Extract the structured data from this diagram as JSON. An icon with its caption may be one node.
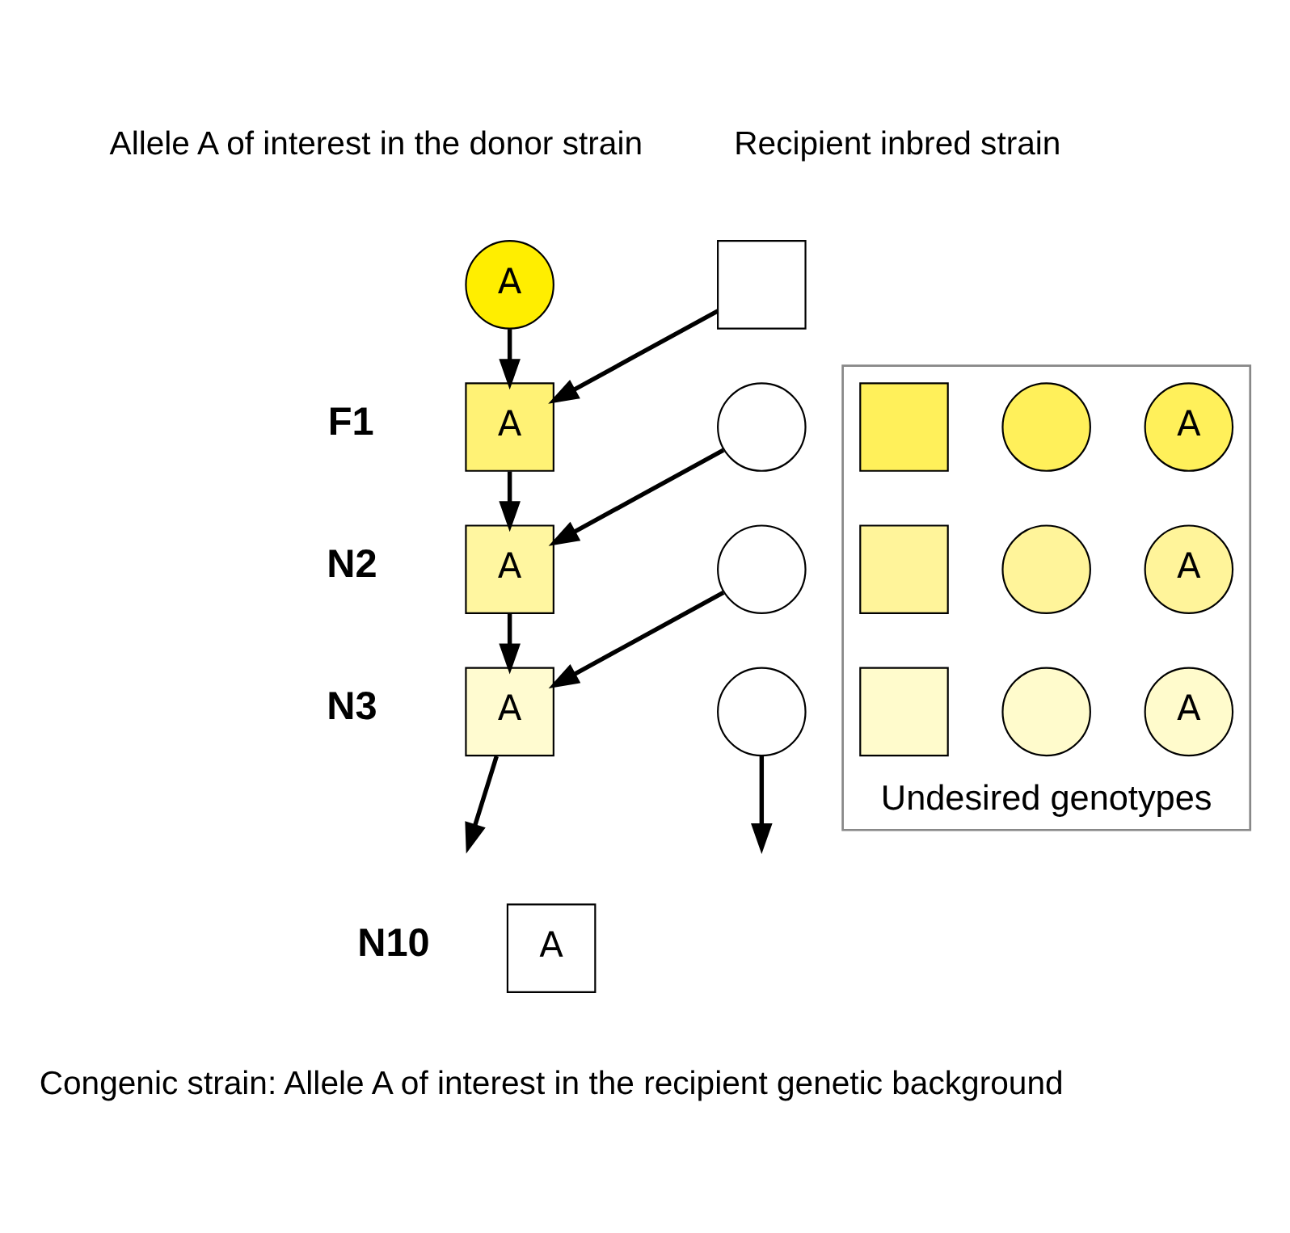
{
  "diagram": {
    "nodes": [
      {
        "text": [
          "A"
        ],
        "beside": [
          "Allele A of interest in the donor strain"
        ]
      },
      {
        "text": [],
        "shape": "box",
        "beside": [
          "Recipient inbred strain"
        ]
      },
      {
        "text": [
          "A"
        ],
        "beside": [
          "F1"
        ]
      },
      {
        "text": [],
        "shape": "circle"
      },
      {
        "text": [
          "A"
        ],
        "beside": [
          "N2"
        ]
      },
      {
        "text": [],
        "shape": "circle"
      },
      {
        "text": [
          "A"
        ],
        "beside": [
          "N3"
        ]
      },
      {
        "text": [],
        "shape": "circle"
      },
      {
        "text": [
          "A"
        ],
        "beside": [
          "N10",
          "Congenic strain: Allele A of interest in the recipient genetic background"
        ]
      },
      {
        "text": [
          "Undesired genotypes"
        ]
      },
      {
        "text": [],
        "shape": "box",
        "in": 9
      },
      {
        "text": [],
        "shape": "circle",
        "in": 9
      },
      {
        "text": [
          "A"
        ],
        "in": 9
      },
      {
        "text": [],
        "shape": "box",
        "in": 9
      },
      {
        "text": [],
        "shape": "circle",
        "in": 9
      },
      {
        "text": [
          "A"
        ],
        "in": 9
      },
      {
        "text": [],
        "shape": "box",
        "in": 9
      },
      {
        "text": [],
        "shape": "circle",
        "in": 9
      },
      {
        "text": [
          "A"
        ],
        "in": 9
      }
    ],
    "edges": [
      {
        "from": 0,
        "to": 2,
        "arrow": "to"
      },
      {
        "from": 1,
        "to": 2,
        "arrow": "to"
      },
      {
        "from": 2,
        "to": 4,
        "arrow": "to"
      },
      {
        "from": 3,
        "to": 4,
        "arrow": "to"
      },
      {
        "from": 4,
        "to": 6,
        "arrow": "to"
      },
      {
        "from": 5,
        "to": 6,
        "arrow": "to"
      },
      {
        "from": 6,
        "to": null,
        "arrow": "to"
      },
      {
        "from": 7,
        "to": null,
        "arrow": "to"
      }
    ]
  }
}
